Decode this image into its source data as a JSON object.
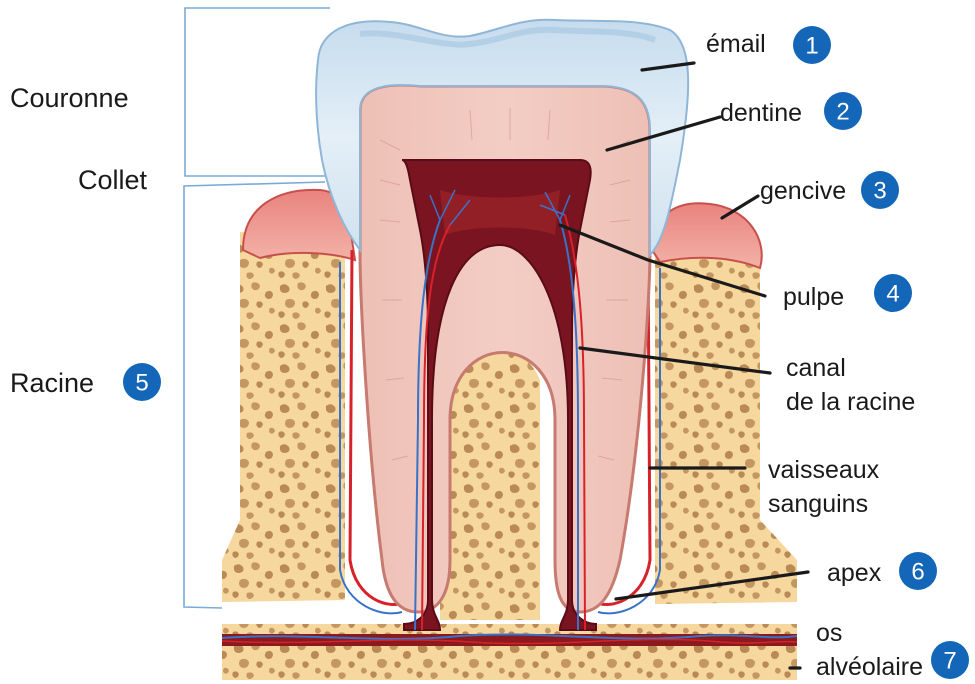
{
  "left_labels": {
    "crown": "Couronne",
    "neck": "Collet",
    "root": "Racine",
    "root_badge": "5"
  },
  "right_labels": [
    {
      "id": "email",
      "lines": [
        "émail"
      ],
      "badge": "1"
    },
    {
      "id": "dentine",
      "lines": [
        "dentine"
      ],
      "badge": "2"
    },
    {
      "id": "gencive",
      "lines": [
        "gencive"
      ],
      "badge": "3"
    },
    {
      "id": "pulpe",
      "lines": [
        "pulpe"
      ],
      "badge": "4"
    },
    {
      "id": "canal",
      "lines": [
        "canal",
        "de la racine"
      ],
      "badge": ""
    },
    {
      "id": "vaisseaux",
      "lines": [
        "vaisseaux",
        "sanguins"
      ],
      "badge": ""
    },
    {
      "id": "apex",
      "lines": [
        "apex"
      ],
      "badge": "6"
    },
    {
      "id": "os",
      "lines": [
        "os",
        "alvéolaire"
      ],
      "badge": "7"
    }
  ],
  "colors": {
    "enamel": "#d9e9f4",
    "dentine": "#e8b0a8",
    "pulp": "#7a1420",
    "bone": "#f5d49a",
    "gum": "#e07a78",
    "badge": "#1466b8",
    "vessel_blue": "#3a72c8",
    "vessel_red": "#d8222a"
  }
}
